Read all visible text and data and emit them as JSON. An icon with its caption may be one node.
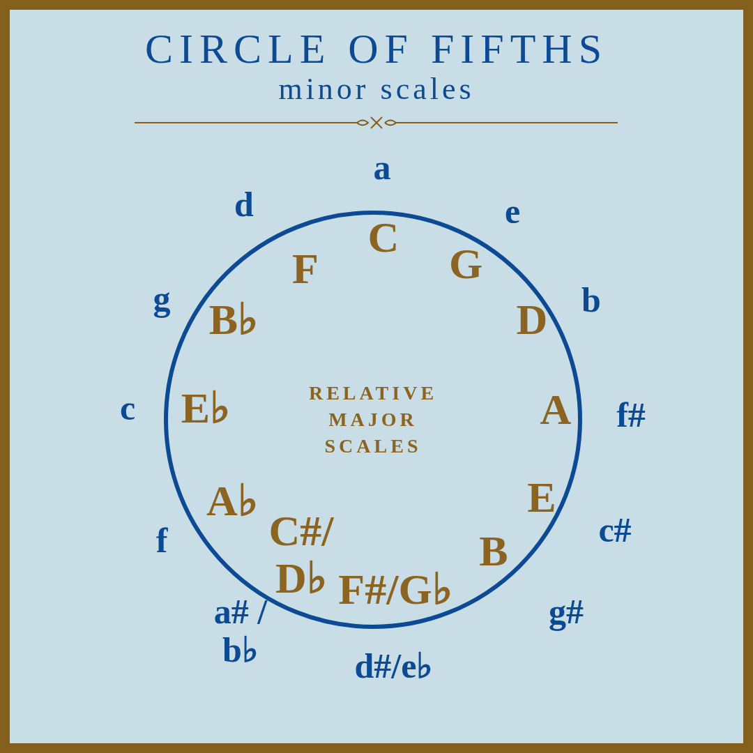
{
  "diagram": {
    "title": "CIRCLE OF FIFTHS",
    "nodes": [
      {
        "text": [
          "RELATIVE MAJOR SCALES"
        ]
      }
    ],
    "labels": [
      "minor scales",
      "a",
      "e",
      "b",
      "f#",
      "c#",
      "g#",
      "d#/e♭",
      "a# / b♭",
      "f",
      "c",
      "g",
      "d",
      "C",
      "G",
      "D",
      "A",
      "E",
      "B",
      "F#/G♭",
      "C#/ D♭",
      "A♭",
      "E♭",
      "B♭",
      "F"
    ]
  }
}
